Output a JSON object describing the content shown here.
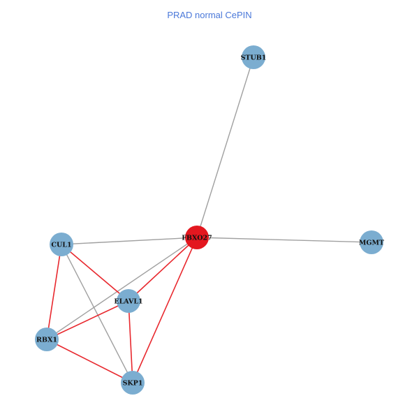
{
  "title": "PRAD normal CePIN",
  "colors": {
    "node_default": "#7BADD0",
    "node_highlight": "#E3171F",
    "edge_gray": "#A0A0A0",
    "edge_red": "#E8282E",
    "title": "#4A78D9"
  },
  "nodes": [
    {
      "id": "STUB1",
      "label": "STUB1",
      "highlight": false
    },
    {
      "id": "FBXO27",
      "label": "FBXO27",
      "highlight": true
    },
    {
      "id": "MGMT",
      "label": "MGMT",
      "highlight": false
    },
    {
      "id": "CUL1",
      "label": "CUL1",
      "highlight": false
    },
    {
      "id": "ELAVL1",
      "label": "ELAVL1",
      "highlight": false
    },
    {
      "id": "RBX1",
      "label": "RBX1",
      "highlight": false
    },
    {
      "id": "SKP1",
      "label": "SKP1",
      "highlight": false
    }
  ],
  "edges": [
    {
      "source": "FBXO27",
      "target": "STUB1",
      "type": "gray"
    },
    {
      "source": "FBXO27",
      "target": "MGMT",
      "type": "gray"
    },
    {
      "source": "CUL1",
      "target": "FBXO27",
      "type": "gray"
    },
    {
      "source": "CUL1",
      "target": "SKP1",
      "type": "gray"
    },
    {
      "source": "FBXO27",
      "target": "RBX1",
      "type": "gray"
    },
    {
      "source": "CUL1",
      "target": "ELAVL1",
      "type": "red"
    },
    {
      "source": "CUL1",
      "target": "RBX1",
      "type": "red"
    },
    {
      "source": "FBXO27",
      "target": "ELAVL1",
      "type": "red"
    },
    {
      "source": "FBXO27",
      "target": "SKP1",
      "type": "red"
    },
    {
      "source": "ELAVL1",
      "target": "RBX1",
      "type": "red"
    },
    {
      "source": "ELAVL1",
      "target": "SKP1",
      "type": "red"
    },
    {
      "source": "RBX1",
      "target": "SKP1",
      "type": "red"
    }
  ]
}
